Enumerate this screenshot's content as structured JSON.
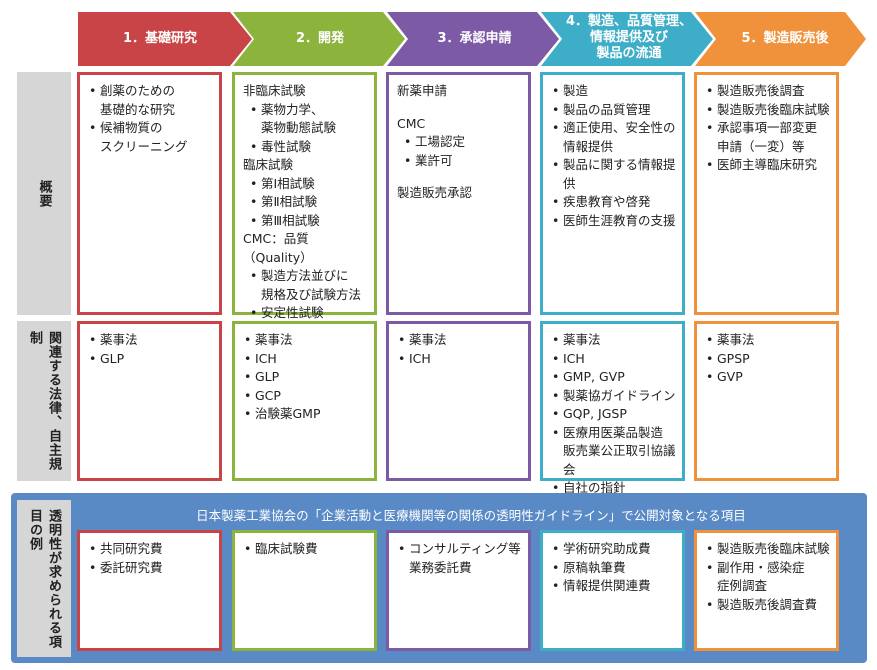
{
  "colors": {
    "stage1": "#c94446",
    "stage2": "#8cb43c",
    "stage3": "#7d5aa5",
    "stage4": "#3eaec8",
    "stage5": "#f0923c",
    "row_label_bg": "#d6d6d6",
    "panel_bg": "#5a8ac6"
  },
  "stages": [
    {
      "label": "1．基礎研究"
    },
    {
      "label": "2．開発"
    },
    {
      "label": "3．承認申請"
    },
    {
      "label": "4．製造、品質管理、\n情報提供及び\n製品の流通"
    },
    {
      "label": "5．製造販売後"
    }
  ],
  "rows": {
    "overview": "概要",
    "regulations": "関連する法律、自主規制",
    "transparency": "透明性が求められる項目の例"
  },
  "overview": [
    {
      "items": [
        {
          "text": "創薬のための\n基礎的な研究",
          "bullet": true
        },
        {
          "text": "候補物質の\nスクリーニング",
          "bullet": true
        }
      ]
    },
    {
      "items": [
        {
          "text": "非臨床試験",
          "bullet": false
        },
        {
          "text": "薬物力学、\n薬物動態試験",
          "bullet": true,
          "sub": true
        },
        {
          "text": "毒性試験",
          "bullet": true,
          "sub": true
        },
        {
          "text": "臨床試験",
          "bullet": false
        },
        {
          "text": "第Ⅰ相試験",
          "bullet": true,
          "sub": true
        },
        {
          "text": "第Ⅱ相試験",
          "bullet": true,
          "sub": true
        },
        {
          "text": "第Ⅲ相試験",
          "bullet": true,
          "sub": true
        },
        {
          "text": "CMC：品質（Quality）",
          "bullet": false
        },
        {
          "text": "製造方法並びに\n規格及び試験方法",
          "bullet": true,
          "sub": true
        },
        {
          "text": "安定性試験",
          "bullet": true,
          "sub": true
        }
      ]
    },
    {
      "items": [
        {
          "text": "新薬申請",
          "bullet": false
        },
        {
          "gap": true
        },
        {
          "text": "CMC",
          "bullet": false
        },
        {
          "text": "工場認定",
          "bullet": true,
          "sub": true
        },
        {
          "text": "業許可",
          "bullet": true,
          "sub": true
        },
        {
          "gap": true
        },
        {
          "text": "製造販売承認",
          "bullet": false
        }
      ]
    },
    {
      "items": [
        {
          "text": "製造",
          "bullet": true
        },
        {
          "text": "製品の品質管理",
          "bullet": true
        },
        {
          "text": "適正使用、安全性の\n情報提供",
          "bullet": true
        },
        {
          "text": "製品に関する情報提供",
          "bullet": true
        },
        {
          "text": "疾患教育や啓発",
          "bullet": true
        },
        {
          "text": "医師生涯教育の支援",
          "bullet": true
        }
      ]
    },
    {
      "items": [
        {
          "text": "製造販売後調査",
          "bullet": true
        },
        {
          "text": "製造販売後臨床試験",
          "bullet": true
        },
        {
          "text": "承認事項一部変更\n申請（一変）等",
          "bullet": true
        },
        {
          "text": "医師主導臨床研究",
          "bullet": true
        }
      ]
    }
  ],
  "regulations": [
    {
      "items": [
        "薬事法",
        "GLP"
      ]
    },
    {
      "items": [
        "薬事法",
        "ICH",
        "GLP",
        "GCP",
        "治験薬GMP"
      ]
    },
    {
      "items": [
        "薬事法",
        "ICH"
      ]
    },
    {
      "items": [
        "薬事法",
        "ICH",
        "GMP, GVP",
        "製薬協ガイドライン",
        "GQP, JGSP",
        "医療用医薬品製造\n販売業公正取引協議会",
        "自社の指針"
      ]
    },
    {
      "items": [
        "薬事法",
        "GPSP",
        "GVP"
      ]
    }
  ],
  "transparency_title": "日本製薬工業協会の「企業活動と医療機関等の関係の透明性ガイドライン」で公開対象となる項目",
  "transparency": [
    {
      "items": [
        "共同研究費",
        "委託研究費"
      ]
    },
    {
      "items": [
        "臨床試験費"
      ]
    },
    {
      "items": [
        "コンサルティング等\n業務委託費"
      ]
    },
    {
      "items": [
        "学術研究助成費",
        "原稿執筆費",
        "情報提供関連費"
      ]
    },
    {
      "items": [
        "製造販売後臨床試験",
        "副作用・感染症\n症例調査",
        "製造販売後調査費"
      ]
    }
  ]
}
